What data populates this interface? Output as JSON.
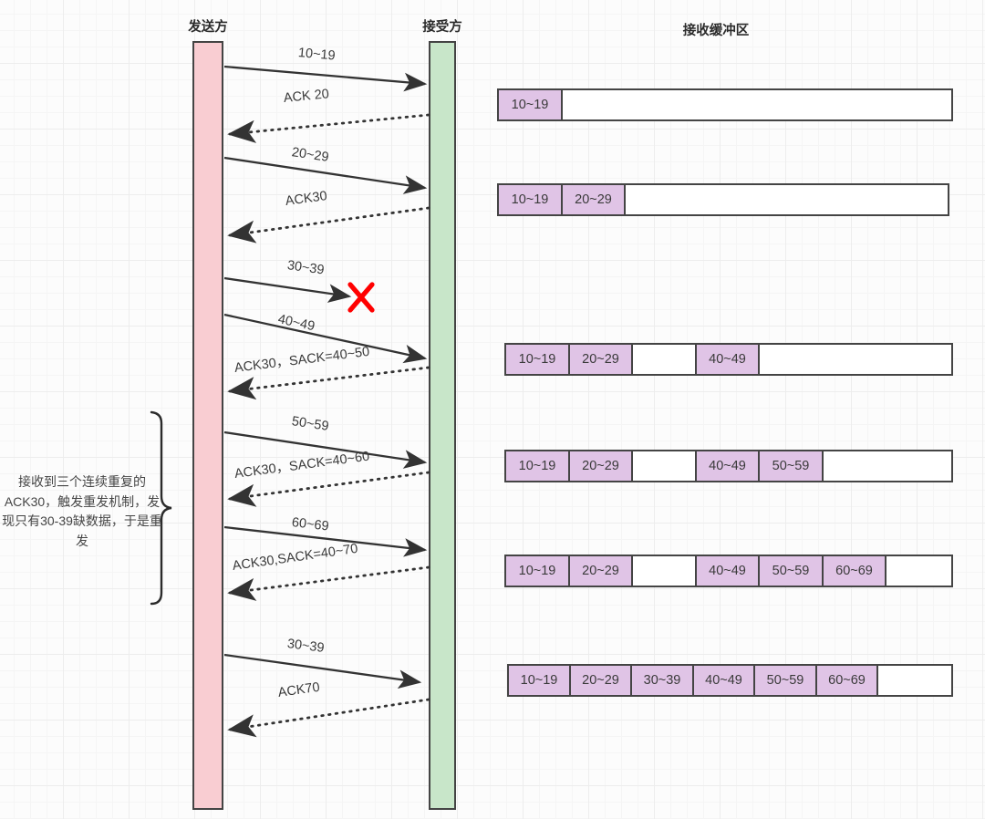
{
  "diagram": {
    "type": "sequence-diagram",
    "topic": "TCP SACK selective acknowledgement / fast retransmit"
  },
  "colors": {
    "sender_fill": "#f9cdd2",
    "receiver_fill": "#c8e6c9",
    "buffer_filled": "#e0c4e6",
    "buffer_empty": "#ffffff",
    "stroke": "#444444",
    "loss_mark": "#ff0000",
    "grid": "#ededed"
  },
  "headers": {
    "sender": "发送方",
    "receiver": "接受方",
    "buffer": "接收缓冲区"
  },
  "messages": [
    {
      "label": "10~19",
      "dir": "to-receiver",
      "style": "solid",
      "lost": false
    },
    {
      "label": "ACK 20",
      "dir": "to-sender",
      "style": "dotted",
      "lost": false
    },
    {
      "label": "20~29",
      "dir": "to-receiver",
      "style": "solid",
      "lost": false
    },
    {
      "label": "ACK30",
      "dir": "to-sender",
      "style": "dotted",
      "lost": false
    },
    {
      "label": "30~39",
      "dir": "to-receiver",
      "style": "solid",
      "lost": true
    },
    {
      "label": "40~49",
      "dir": "to-receiver",
      "style": "solid",
      "lost": false
    },
    {
      "label": "ACK30，SACK=40~50",
      "dir": "to-sender",
      "style": "dotted",
      "lost": false
    },
    {
      "label": "50~59",
      "dir": "to-receiver",
      "style": "solid",
      "lost": false
    },
    {
      "label": "ACK30，SACK=40~60",
      "dir": "to-sender",
      "style": "dotted",
      "lost": false
    },
    {
      "label": "60~69",
      "dir": "to-receiver",
      "style": "solid",
      "lost": false
    },
    {
      "label": "ACK30,SACK=40~70",
      "dir": "to-sender",
      "style": "dotted",
      "lost": false
    },
    {
      "label": "30~39",
      "dir": "to-receiver",
      "style": "solid",
      "lost": false
    },
    {
      "label": "ACK70",
      "dir": "to-sender",
      "style": "dotted",
      "lost": false
    }
  ],
  "loss_marker": "X",
  "note": "接收到三个连续重复的ACK30，触发重发机制，发现只有30-39缺数据，于是重发",
  "buffers": [
    {
      "cells": [
        {
          "label": "10~19",
          "filled": true
        }
      ]
    },
    {
      "cells": [
        {
          "label": "10~19",
          "filled": true
        },
        {
          "label": "20~29",
          "filled": true
        }
      ]
    },
    {
      "cells": [
        {
          "label": "10~19",
          "filled": true
        },
        {
          "label": "20~29",
          "filled": true
        },
        {
          "label": "",
          "filled": false
        },
        {
          "label": "40~49",
          "filled": true
        }
      ]
    },
    {
      "cells": [
        {
          "label": "10~19",
          "filled": true
        },
        {
          "label": "20~29",
          "filled": true
        },
        {
          "label": "",
          "filled": false
        },
        {
          "label": "40~49",
          "filled": true
        },
        {
          "label": "50~59",
          "filled": true
        }
      ]
    },
    {
      "cells": [
        {
          "label": "10~19",
          "filled": true
        },
        {
          "label": "20~29",
          "filled": true
        },
        {
          "label": "",
          "filled": false
        },
        {
          "label": "40~49",
          "filled": true
        },
        {
          "label": "50~59",
          "filled": true
        },
        {
          "label": "60~69",
          "filled": true
        }
      ]
    },
    {
      "cells": [
        {
          "label": "10~19",
          "filled": true
        },
        {
          "label": "20~29",
          "filled": true
        },
        {
          "label": "30~39",
          "filled": true
        },
        {
          "label": "40~49",
          "filled": true
        },
        {
          "label": "50~59",
          "filled": true
        },
        {
          "label": "60~69",
          "filled": true
        }
      ]
    }
  ]
}
